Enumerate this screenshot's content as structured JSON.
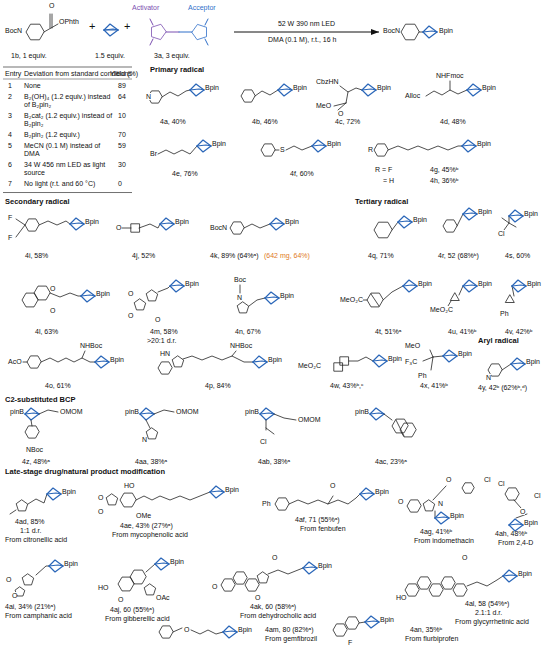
{
  "diagram": {
    "nodes": [
      {
        "text": [
          "O",
          "OPhth",
          "BocN",
          "1b, 1 equiv."
        ]
      },
      {
        "text": [
          "1.5 equiv."
        ]
      },
      {
        "text": [
          "Activator",
          "Acceptor",
          "3a, 3 equiv."
        ]
      },
      {
        "text": [
          "BocN",
          "Bpin"
        ]
      }
    ],
    "edges": [
      {
        "from": 2,
        "to": 3,
        "arrow": "to",
        "label": "52 W 390 nm LED"
      }
    ],
    "labels": [
      "+",
      "+",
      "DMA (0.1 M), r.t., 16 h",
      "Entry",
      "Deviation from standard conditions",
      "Yield (%)",
      "1",
      "None",
      "89",
      "2",
      "B₂(OH)₄ (1.2 equiv.) instead of B₂pin₂",
      "64",
      "3",
      "B₂cat₂ (1.2 equiv.) instead of B₂pin₂",
      "10",
      "4",
      "B₂pin₂ (1.2 equiv.)",
      "70",
      "5",
      "MeCN (0.1 M) instead of DMA",
      "59",
      "6",
      "34 W 456 nm LED as light source",
      "30",
      "7",
      "No light (r.t. and 60 °C)",
      "0",
      "Primary radical",
      "Secondary radical",
      "Tertiary radical",
      "Aryl radical",
      "C2-substituted BCP",
      "Late-stage drug/natural product modification",
      "N",
      "Bpin",
      "4a, 40%",
      "Bpin",
      "4b, 46%",
      "CbzHN",
      "MeO",
      "O",
      "Bpin",
      "4c, 72%",
      "NHFmoc",
      "Alloc",
      "Bpin",
      "4d, 48%",
      "Br",
      "Bpin",
      "4e, 76%",
      "S",
      "Bpin",
      "4f, 60%",
      "R",
      "Bpin",
      "R = F",
      "4g, 45%ᵇ",
      "= H",
      "4h, 36%ᵇ",
      "F",
      "F",
      "Bpin",
      "4i, 58%",
      "O",
      "Bpin",
      "4j, 52%",
      "BocN",
      "Bpin",
      "4k, 89% (64%ᵃ)",
      "(642 mg, 64%)",
      "Bpin",
      "4q, 71%",
      "Bpin",
      "4r, 52 (68%ᵇ)",
      "Cl",
      "Bpin",
      "4s, 60%",
      "O",
      "O",
      "Bpin",
      "4l, 63%",
      "O",
      "O",
      "O",
      "Bpin",
      "4m, 58%",
      ">20:1 d.r.",
      "Boc",
      "N",
      "Bpin",
      "4n, 67%",
      "MeO₂C",
      "Bpin",
      "4t, 51%ᵃ",
      "MeO₂C",
      "Bpin",
      "4u, 41%ᵇ",
      "Ph",
      "Bpin",
      "4v, 42%ᵇ",
      "AcO",
      "NHBoc",
      "Bpin",
      "4o, 61%",
      "HN",
      "NHBoc",
      "Bpin",
      "4p, 84%",
      "MeO₂C",
      "Bpin",
      "4w, 43%ᵇ,ᶜ",
      "MeO",
      "F₃C",
      "Ph",
      "Bpin",
      "4x, 41%ᵇ",
      "N",
      "Bpin",
      "4y, 42ᵇ (62%ᵇ,ᵈ)",
      "pinB",
      "OMOM",
      "NBoc",
      "4z, 48%ᵃ",
      "pinB",
      "OMOM",
      "N",
      "4aa, 38%ᵃ",
      "pinB",
      "OMOM",
      "Cl",
      "4ab, 38%ᵃ",
      "pinB",
      "4ac, 23%ᵃ",
      "Bpin",
      "4ad, 85%",
      "1:1 d.r.",
      "From citronellic acid",
      "HO",
      "O",
      "O",
      "OMe",
      "Bpin",
      "4ae, 43% (27%ᵃ)",
      "From mycophenolic acid",
      "Ph",
      "O",
      "Bpin",
      "4af, 71 (55%ᵃ)",
      "From fenbufen",
      "O",
      "Cl",
      "O",
      "N",
      "Bpin",
      "4ag, 41%ᵇ",
      "From indomethacin",
      "Cl",
      "Cl",
      "O",
      "Bpin",
      "4ah, 48%ᵇ",
      "From 2,4-D",
      "O",
      "O",
      "Bpin",
      "4ai, 34% (21%ᵃ)",
      "From camphanic acid",
      "HO",
      "O",
      "OAc",
      "Bpin",
      "4aj, 60 (55%ᵃ)",
      "From gibberellic acid",
      "O",
      "O",
      "O",
      "Bpin",
      "4ak, 60 (58%ᵃ)",
      "From dehydrocholic acid",
      "HO",
      "O",
      "Bpin",
      "4al, 58 (54%ᵃ)",
      "2.1:1 d.r.",
      "From glycyrrhetinic acid",
      "O",
      "Bpin",
      "4am, 80 (82%ᵃ)",
      "From gemfibrozil",
      "F",
      "Bpin",
      "4an, 35%ᵇ",
      "From flurbiprofen"
    ]
  }
}
